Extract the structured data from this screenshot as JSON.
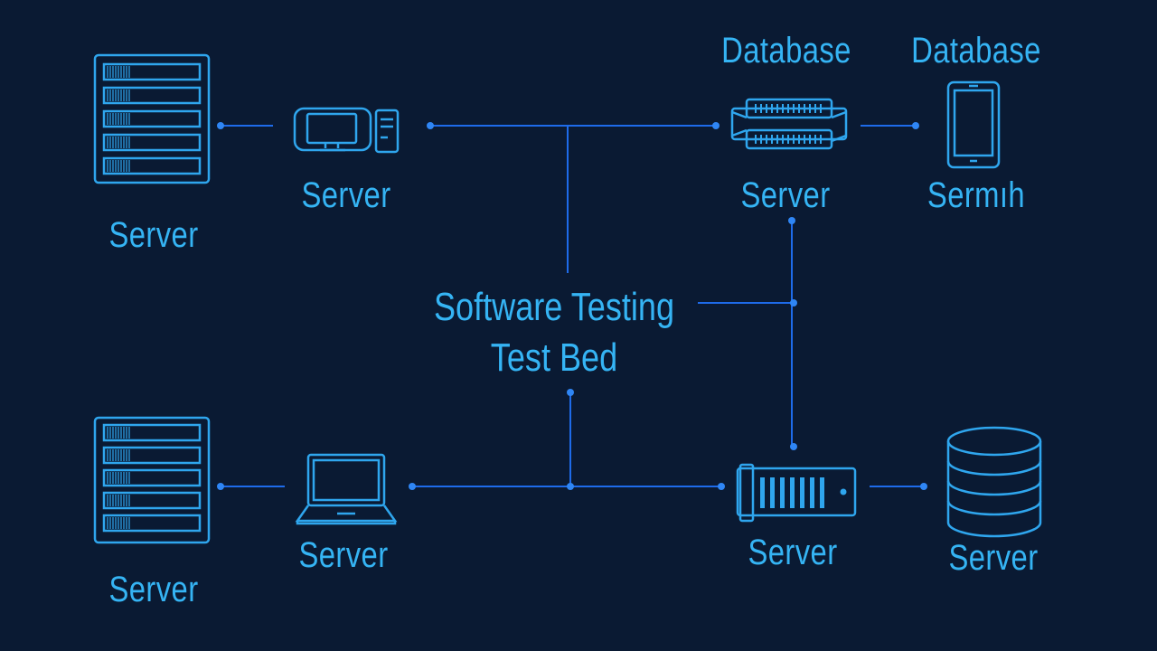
{
  "diagram": {
    "center": {
      "line1": "Software Testing",
      "line2": "Test Bed"
    },
    "nodes": [
      {
        "id": "rack-top-left",
        "icon": "server-rack-icon",
        "label": "Server"
      },
      {
        "id": "desktop-top",
        "icon": "desktop-computer-icon",
        "label": "Server"
      },
      {
        "id": "db-server-top",
        "icon": "rack-server-icon",
        "title": "Database",
        "label": "Server"
      },
      {
        "id": "phone-top-right",
        "icon": "smartphone-icon",
        "title": "Database",
        "label": "Sermıh"
      },
      {
        "id": "rack-bottom-left",
        "icon": "server-rack-icon",
        "label": "Server"
      },
      {
        "id": "laptop-bottom",
        "icon": "laptop-icon",
        "label": "Server"
      },
      {
        "id": "server-bottom",
        "icon": "rack-server-icon",
        "label": "Server"
      },
      {
        "id": "database-bottom-right",
        "icon": "database-icon",
        "label": "Server"
      }
    ],
    "colors": {
      "background": "#0a1a33",
      "line": "#1e6bea",
      "icon": "#2fa6ee",
      "text": "#35b4f4"
    }
  }
}
